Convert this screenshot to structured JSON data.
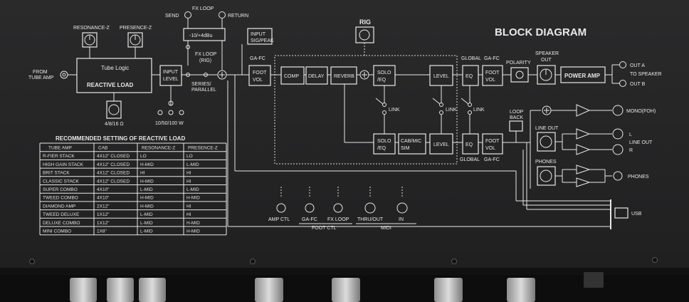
{
  "title": "BLOCK DIAGRAM",
  "input": {
    "from_label_1": "FROM",
    "from_label_2": "TUBE AMP"
  },
  "reactive_load": {
    "resonance_label": "RESONANCE-Z",
    "presence_label": "PRESENCE-Z",
    "logo_text": "Tube Logic",
    "box_label": "REACTIVE LOAD",
    "impedance_label": "4/8/16 Ω",
    "input_level": [
      "INPUT",
      "LEVEL"
    ],
    "watt_label": "10/50/100 W"
  },
  "fx_loop": {
    "title": "FX LOOP",
    "send": "SEND",
    "return": "RETURN",
    "level": "-10/+4dBu",
    "rig_1": "FX LOOP",
    "rig_2": "(RIG)",
    "mode_1": "SERIES/",
    "mode_2": "PARALLEL"
  },
  "input_sig": [
    "INPUT",
    "SIG/PEAK"
  ],
  "rig_label": "RIG",
  "blocks": {
    "ga_fc": "GA-FC",
    "foot_vol": [
      "FOOT",
      "VOL"
    ],
    "comp": "COMP",
    "delay": "DELAY",
    "reverb": "REVERB",
    "solo_eq": [
      "SOLO",
      "/EQ"
    ],
    "level": "LEVEL",
    "global": "GLOBAL",
    "eq": "EQ",
    "link": "LINK",
    "cab_mic": [
      "CAB/MIC",
      "SIM"
    ],
    "polarity": "POLARITY",
    "speaker_out": [
      "SPEAKER",
      "OUT"
    ],
    "power_amp": "POWER AMP",
    "loop_back": [
      "LOOP",
      "BACK"
    ],
    "line_out": "LINE OUT",
    "phones": "PHONES"
  },
  "outputs": {
    "out_a": "OUT A",
    "to_speaker": "TO SPEAKER",
    "out_b": "OUT B",
    "mono": "MONO(FOH)",
    "l": "L",
    "line_out": "LINE OUT",
    "r": "R",
    "phones": "PHONES",
    "usb": "USB"
  },
  "jacks": {
    "amp_ctl": "AMP CTL",
    "ga_fc": "GA-FC",
    "fx_loop": "FX LOOP",
    "foot_ctl": "FOOT CTL",
    "thru_out": "THRU/OUT",
    "in": "IN",
    "midi": "MIDI"
  },
  "table": {
    "caption": "RECOMMENDED SETTING OF REACTIVE LOAD",
    "headers": [
      "TUBE AMP",
      "CAB",
      "RESONANCE-Z",
      "PRESENCE-Z"
    ],
    "rows": [
      [
        "R-FIER STACK",
        "4X12\" CLOSED",
        "LO",
        "LO"
      ],
      [
        "HIGH GAIN STACK",
        "4X12\" CLOSED",
        "H-MID",
        "L-MID"
      ],
      [
        "BRIT STACK",
        "4X12\" CLOSED",
        "HI",
        "HI"
      ],
      [
        "CLASSIC STACK",
        "4X12\" CLOSED",
        "H-MID",
        "HI"
      ],
      [
        "SUPER COMBO",
        "4X10\"",
        "L-MID",
        "L-MID"
      ],
      [
        "TWEED COMBO",
        "4X10\"",
        "H-MID",
        "H-MID"
      ],
      [
        "DIAMOND AMP",
        "2X12\"",
        "H-MID",
        "HI"
      ],
      [
        "TWEED DELUXE",
        "1X12\"",
        "L-MID",
        "HI"
      ],
      [
        "DELUXE COMBO",
        "1X12\"",
        "L-MID",
        "H-MID"
      ],
      [
        "MINI COMBO",
        "1X8\"",
        "L-MID",
        "H-MID"
      ]
    ]
  }
}
